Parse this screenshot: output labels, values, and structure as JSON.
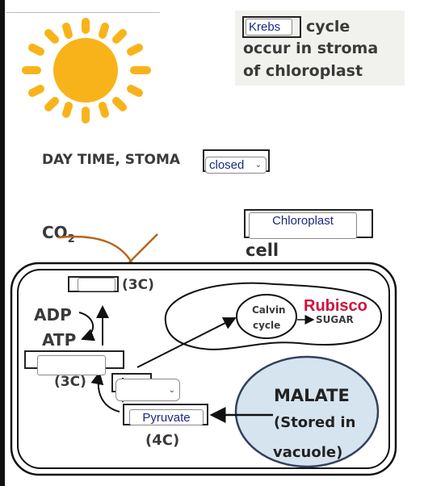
{
  "statement": {
    "blank_answer": "Krebs",
    "line1": "cycle",
    "line2": "occur in stroma",
    "line3": "of chloroplast"
  },
  "daytime": {
    "label": "DAY TIME, STOMA",
    "selected": "closed"
  },
  "co2": {
    "label": "CO",
    "subscript": "2"
  },
  "cell_answer": {
    "value": "Chloroplast",
    "label": "cell"
  },
  "diagram": {
    "top_blank_value": "",
    "top_3c": "(3C)",
    "adp": "ADP",
    "atp": "ATP",
    "mid_blank_value": "",
    "mid_3c": "(3C)",
    "dropdown_value": "",
    "pyruvate_value": "Pyruvate",
    "bottom_4c": "(4C)",
    "calvin": "Calvin",
    "cycle": "cycle",
    "rubisco": "Rubisco",
    "sugar": "SUGAR",
    "malate": "MALATE",
    "stored_in": "(Stored in",
    "vacuole": "vacuole)"
  },
  "colors": {
    "sun": "#f9b31a",
    "rubisco": "#d0103c",
    "vacuole_fill": "#d6e4f0",
    "arrow_brown": "#b5651d",
    "statement_bg": "#f1f1ee"
  }
}
